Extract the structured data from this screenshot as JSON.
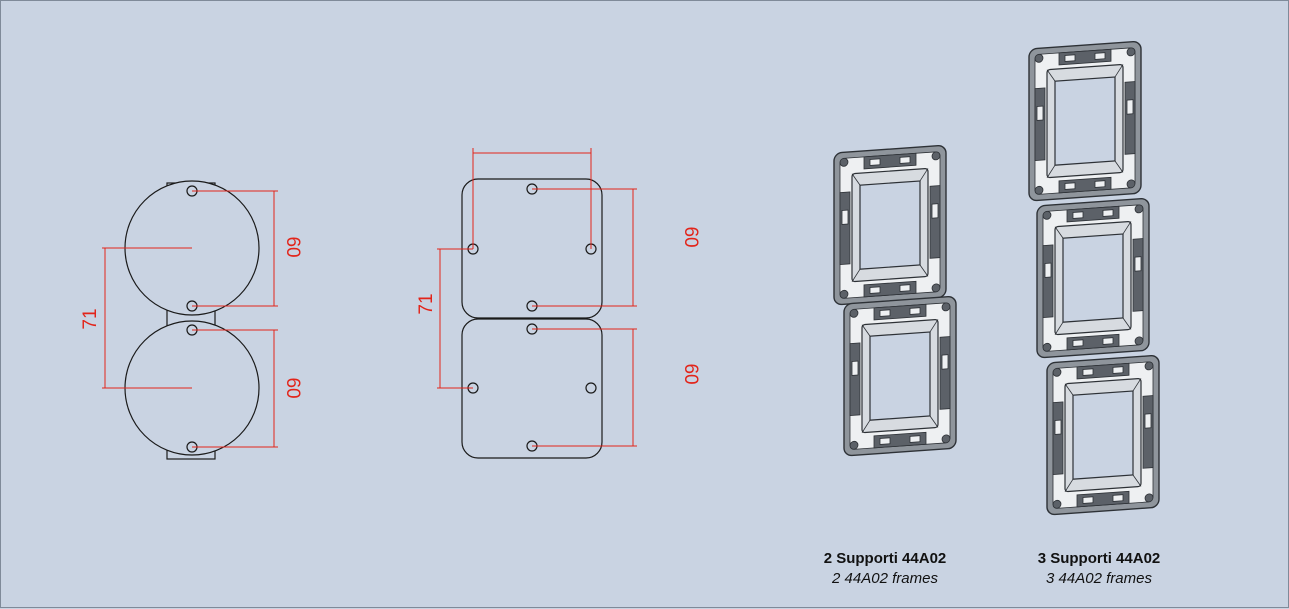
{
  "dimensions": {
    "left": {
      "spacing": "71",
      "upper_height": "60",
      "lower_height": "60"
    },
    "middle": {
      "spacing": "71",
      "upper_height": "60",
      "lower_height": "60"
    }
  },
  "captions": {
    "two_frames": {
      "main": "2 Supporti 44A02",
      "sub": "2 44A02 frames"
    },
    "three_frames": {
      "main": "3 Supporti 44A02",
      "sub": "3 44A02 frames"
    }
  },
  "colors": {
    "background": "#c9d3e2",
    "dimension": "#e2241a",
    "linework": "#1a1a1a"
  }
}
